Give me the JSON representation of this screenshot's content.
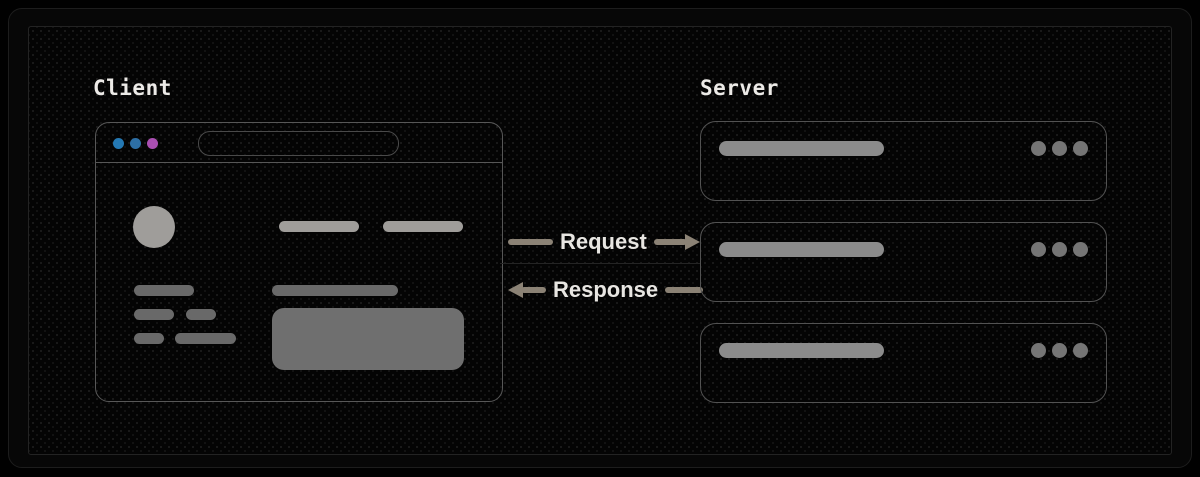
{
  "client": {
    "label": "Client",
    "window_controls": [
      {
        "name": "window-control-dot-1",
        "color": "#2478b3"
      },
      {
        "name": "window-control-dot-2",
        "color": "#2d6fa6"
      },
      {
        "name": "window-control-dot-3",
        "color": "#aa4fb2"
      }
    ]
  },
  "server": {
    "label": "Server",
    "box_count": 3
  },
  "flow": {
    "request": {
      "label": "Request",
      "direction": "right"
    },
    "response": {
      "label": "Response",
      "direction": "left"
    }
  },
  "colors": {
    "canvas_bg": "#010101",
    "panel_border": "#232323",
    "outline": "#575757",
    "label_text": "#eceae7",
    "arrow": "#8b8275",
    "skeleton_light": "#9f9d9a",
    "skeleton_dark": "#696969",
    "server_pill": "#8b8b8b",
    "server_dot": "#757575",
    "dot_blue_1": "#2478b3",
    "dot_blue_2": "#2d6fa6",
    "dot_purple": "#aa4fb2"
  }
}
